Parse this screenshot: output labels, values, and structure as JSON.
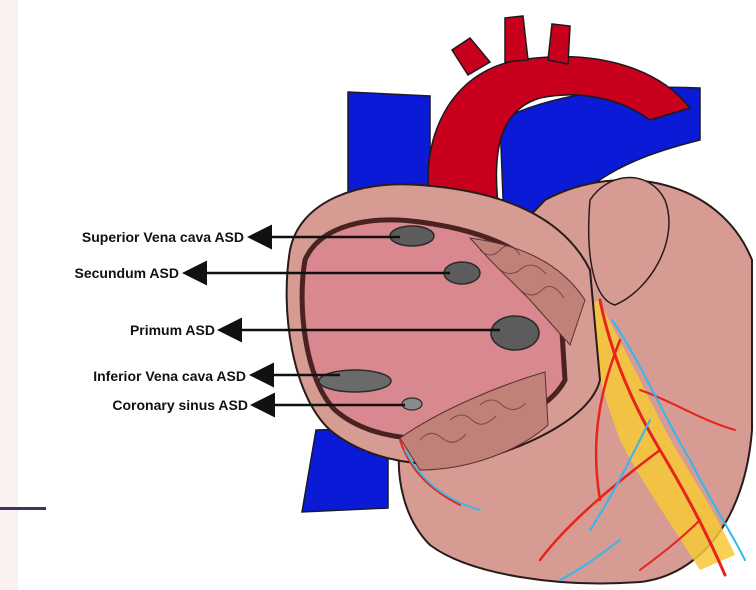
{
  "labels": {
    "svc": "Superior Vena cava ASD",
    "secundum": "Secundum ASD",
    "primum": "Primum ASD",
    "ivc": "Inferior Vena cava ASD",
    "coronary": "Coronary sinus ASD"
  },
  "colors": {
    "aorta": "#c8001e",
    "vena_cava": "#0a1ad6",
    "heart_wall": "#d69b92",
    "septum": "#d9888f",
    "coronary_artery": "#e8231c",
    "coronary_vein": "#35b6f0",
    "fat": "#f7c936"
  }
}
